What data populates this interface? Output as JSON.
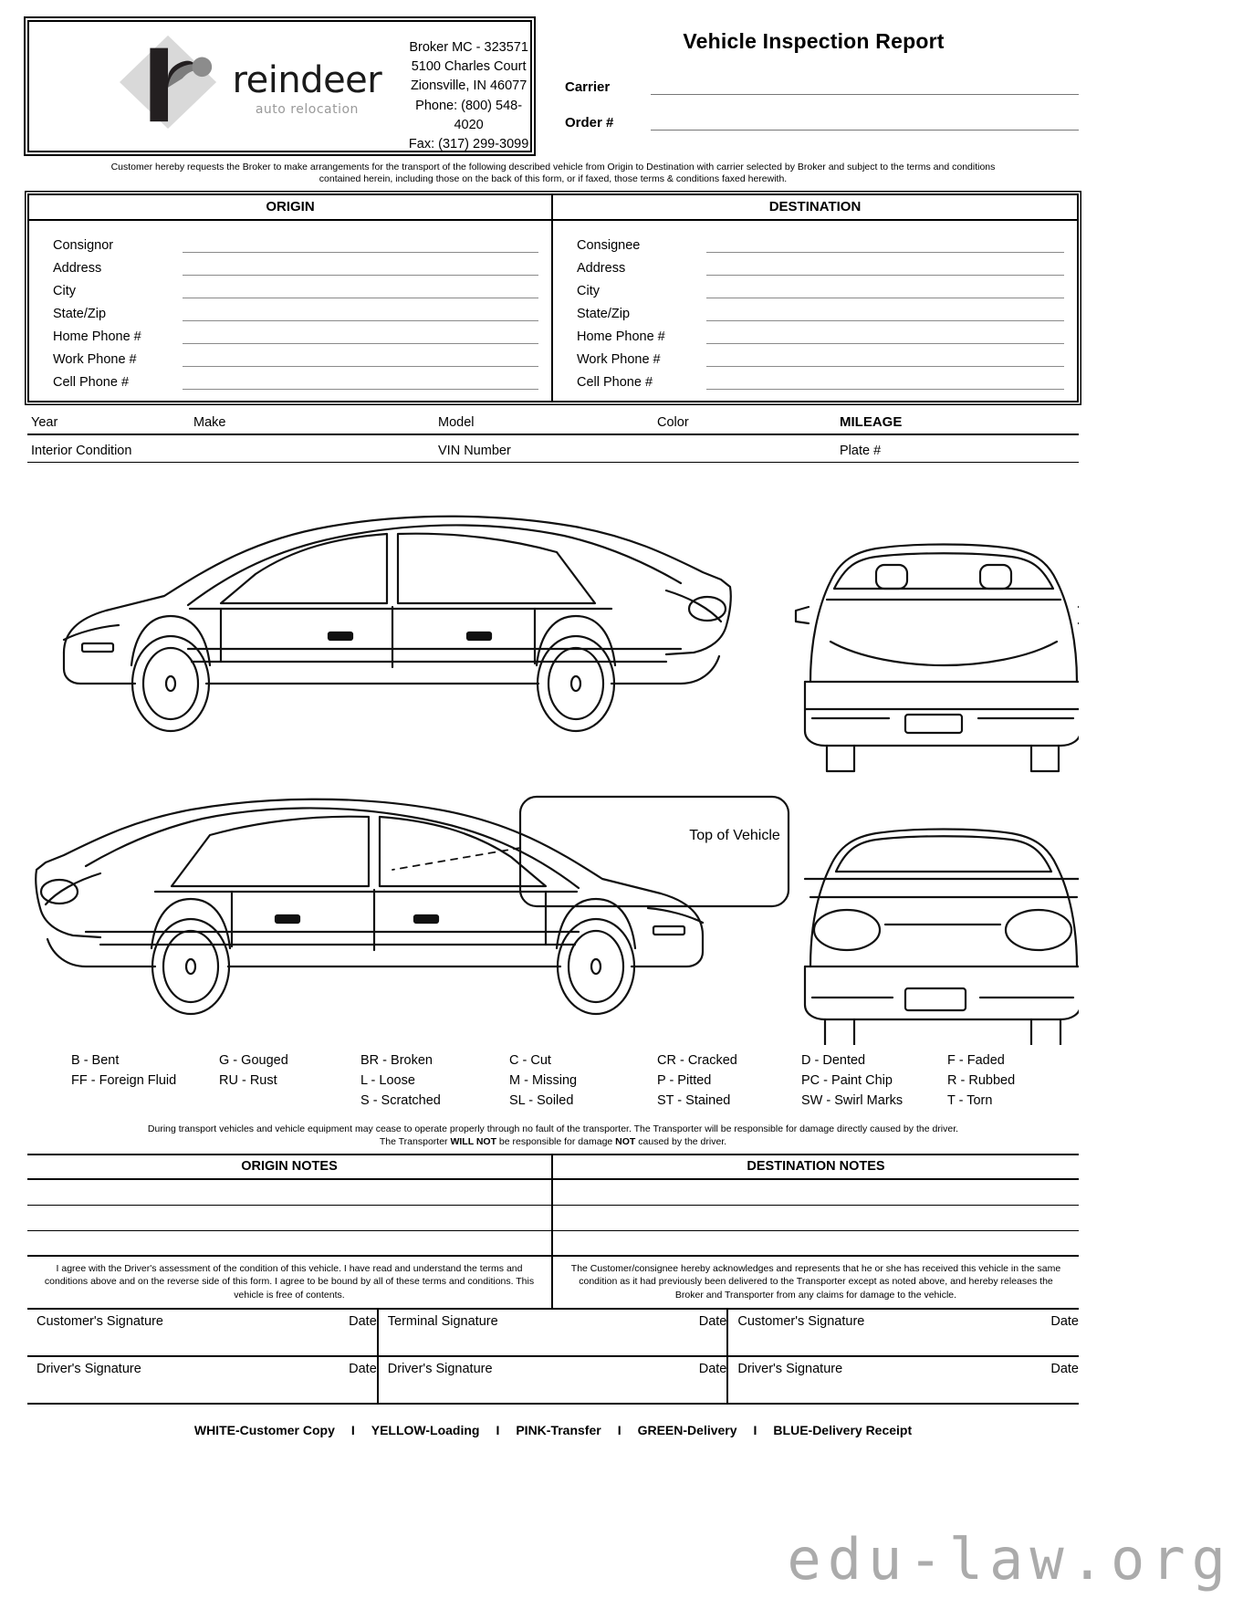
{
  "company": {
    "brand_name": "reindeer",
    "brand_sub": "auto relocation",
    "logo_icon": "reindeer-diamond-logo",
    "info_lines": [
      "Broker MC - 323571",
      "5100 Charles Court",
      "Zionsville, IN 46077",
      "Phone: (800) 548-4020",
      "Fax: (317) 299-3099"
    ]
  },
  "header": {
    "title": "Vehicle Inspection Report",
    "carrier_label": "Carrier",
    "carrier_value": "",
    "order_label": "Order #",
    "order_value": ""
  },
  "intro": {
    "line1": "Customer hereby requests the Broker to make arrangements for the transport of the following described vehicle from Origin to Destination with carrier selected by Broker and subject to the terms and conditions",
    "line2": "contained herein, including those on the back of this form, or if faxed, those terms & conditions faxed herewith."
  },
  "origin": {
    "heading": "ORIGIN",
    "fields": [
      {
        "label": "Consignor",
        "value": ""
      },
      {
        "label": "Address",
        "value": ""
      },
      {
        "label": "City",
        "value": ""
      },
      {
        "label": "State/Zip",
        "value": ""
      },
      {
        "label": "Home Phone #",
        "value": ""
      },
      {
        "label": "Work Phone #",
        "value": ""
      },
      {
        "label": "Cell Phone #",
        "value": ""
      }
    ]
  },
  "destination": {
    "heading": "DESTINATION",
    "fields": [
      {
        "label": "Consignee",
        "value": ""
      },
      {
        "label": "Address",
        "value": ""
      },
      {
        "label": "City",
        "value": ""
      },
      {
        "label": "State/Zip",
        "value": ""
      },
      {
        "label": "Home Phone #",
        "value": ""
      },
      {
        "label": "Work Phone #",
        "value": ""
      },
      {
        "label": "Cell Phone #",
        "value": ""
      }
    ]
  },
  "vehicle": {
    "row1": [
      {
        "label": "Year",
        "value": ""
      },
      {
        "label": "Make",
        "value": ""
      },
      {
        "label": "Model",
        "value": ""
      },
      {
        "label": "Color",
        "value": ""
      },
      {
        "label": "MILEAGE",
        "value": ""
      }
    ],
    "row2": [
      {
        "label": "Interior Condition",
        "value": ""
      },
      {
        "label": "VIN Number",
        "value": ""
      },
      {
        "label": "Plate #",
        "value": ""
      }
    ]
  },
  "diagram": {
    "top_of_vehicle_label": "Top of Vehicle",
    "views": [
      "driver-side-view",
      "front-view",
      "passenger-side-view",
      "rear-view",
      "top-of-vehicle-box"
    ]
  },
  "legend": {
    "columns": [
      [
        "B - Bent",
        "FF - Foreign Fluid"
      ],
      [
        "G - Gouged",
        "RU - Rust"
      ],
      [
        "BR - Broken",
        "L - Loose",
        "S - Scratched"
      ],
      [
        "C - Cut",
        "M - Missing",
        "SL - Soiled"
      ],
      [
        "CR - Cracked",
        "P - Pitted",
        "ST - Stained"
      ],
      [
        "D - Dented",
        "PC - Paint Chip",
        "SW - Swirl Marks"
      ],
      [
        "F - Faded",
        "R - Rubbed",
        "T - Torn"
      ]
    ]
  },
  "transport_note": {
    "line1": "During transport vehicles and vehicle equipment may cease to operate properly through no fault of the transporter. The Transporter will be responsible for damage directly caused by the driver.",
    "line2_pre": "The Transporter ",
    "line2_bold1": "WILL NOT",
    "line2_mid": " be responsible for damage ",
    "line2_bold2": "NOT",
    "line2_post": " caused by the driver."
  },
  "notes": {
    "origin_heading": "ORIGIN NOTES",
    "destination_heading": "DESTINATION NOTES",
    "origin_rows": [
      "",
      "",
      ""
    ],
    "destination_rows": [
      "",
      "",
      ""
    ]
  },
  "agreement": {
    "left": "I agree with the Driver's assessment of the condition of this vehicle. I have read and understand the terms and conditions above and on the reverse side of this form. I agree to be bound by all of these terms and conditions. This vehicle is free of contents.",
    "right": "The Customer/consignee hereby acknowledges and represents that he or she has received this vehicle in the same condition as it had previously been delivered to the Transporter except as noted above, and hereby releases the Broker and Transporter from any claims for damage to the vehicle."
  },
  "signatures": {
    "row1": [
      {
        "label": "Customer's Signature",
        "date_label": "Date"
      },
      {
        "label": "Terminal Signature",
        "date_label": "Date"
      },
      {
        "label": "Customer's Signature",
        "date_label": "Date"
      }
    ],
    "row2": [
      {
        "label": "Driver's Signature",
        "date_label": "Date"
      },
      {
        "label": "Driver's Signature",
        "date_label": "Date"
      },
      {
        "label": "Driver's Signature",
        "date_label": "Date"
      }
    ]
  },
  "footer": {
    "items": [
      "WHITE-Customer Copy",
      "YELLOW-Loading",
      "PINK-Transfer",
      "GREEN-Delivery",
      "BLUE-Delivery Receipt"
    ],
    "separator": "I"
  },
  "watermark": {
    "text": "edu-law.org"
  },
  "colors": {
    "ink": "#000000",
    "rule": "#8a8a8a",
    "logo_dark": "#231f20",
    "logo_light": "#d9d9d9",
    "logo_mid": "#8c8c8c",
    "brand_sub": "#9a9a9a",
    "watermark": "#9d9d9d"
  }
}
